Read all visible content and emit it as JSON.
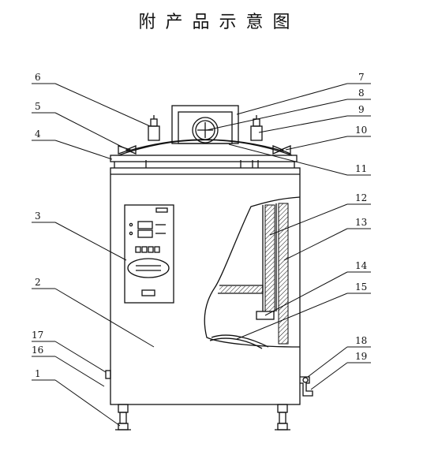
{
  "title": "附产品示意图",
  "callouts": {
    "left": [
      "6",
      "5",
      "4",
      "3",
      "2",
      "17",
      "16",
      "1"
    ],
    "right": [
      "7",
      "8",
      "9",
      "10",
      "11",
      "12",
      "13",
      "14",
      "15",
      "18",
      "19"
    ]
  },
  "colors": {
    "line": "#111111",
    "background": "#ffffff"
  }
}
